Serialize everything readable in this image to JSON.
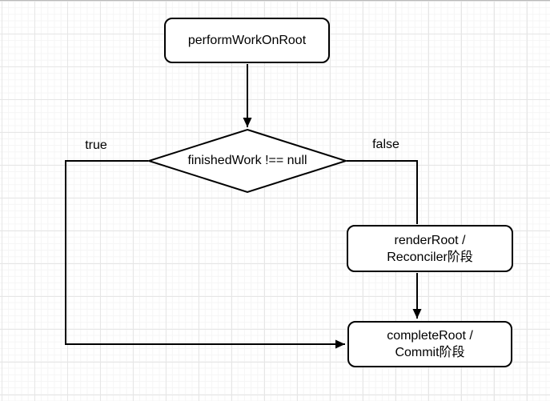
{
  "diagram": {
    "type": "flowchart",
    "nodes": {
      "perform": {
        "shape": "rounded-rect",
        "label": "performWorkOnRoot"
      },
      "decision": {
        "shape": "diamond",
        "label": "finishedWork !== null"
      },
      "render": {
        "shape": "rounded-rect",
        "line1": "renderRoot /",
        "line2": "Reconciler阶段"
      },
      "complete": {
        "shape": "rounded-rect",
        "line1": "completeRoot /",
        "line2": "Commit阶段"
      }
    },
    "edge_labels": {
      "true_branch": "true",
      "false_branch": "false"
    },
    "flow": [
      "performWorkOnRoot -> finishedWork !== null",
      "finishedWork !== null -(true)-> completeRoot / Commit阶段",
      "finishedWork !== null -(false)-> renderRoot / Reconciler阶段",
      "renderRoot / Reconciler阶段 -> completeRoot / Commit阶段"
    ]
  },
  "colors": {
    "stroke": "#000000",
    "node_fill": "#ffffff",
    "background": "#ffffff",
    "grid_major": "#e6e6e6",
    "grid_minor": "#f5f5f5"
  }
}
